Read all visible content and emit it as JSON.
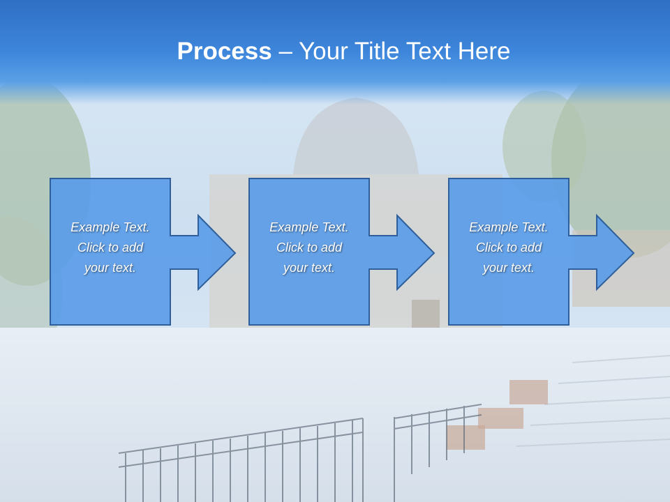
{
  "slide": {
    "title_bold": "Process",
    "title_separator": " – ",
    "title_rest": "Your Title Text Here"
  },
  "steps": [
    {
      "line1": "Example Text.",
      "line2": "Click  to add",
      "line3": "your text."
    },
    {
      "line1": "Example Text.",
      "line2": "Click  to add",
      "line3": "your text."
    },
    {
      "line1": "Example Text.",
      "line2": "Click  to add",
      "line3": "your text."
    }
  ],
  "colors": {
    "header": "#3d86db",
    "box_fill": "#5b9ce8",
    "box_stroke": "#2e5f9a",
    "text": "#ffffff"
  }
}
